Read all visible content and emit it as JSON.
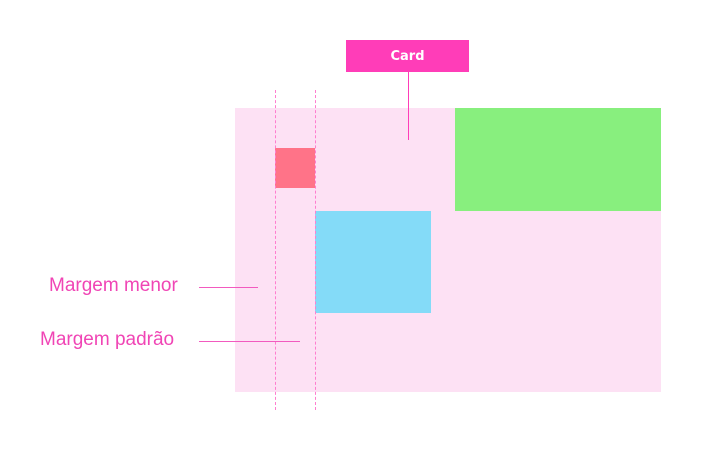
{
  "colors": {
    "card_background": "#fde1f4",
    "accent_pink": "#ff3db8",
    "annotation_text": "#f045b5",
    "guide_dashes": "#ff7ecf",
    "green_block": "#88ef7e",
    "blue_block": "#84dbf8",
    "red_block": "#ff7388",
    "leader_line": "#f25abf"
  },
  "card_tag": {
    "label": "Card"
  },
  "annotations": {
    "smaller_margin": "Margem menor",
    "default_margin": "Margem padrão"
  }
}
